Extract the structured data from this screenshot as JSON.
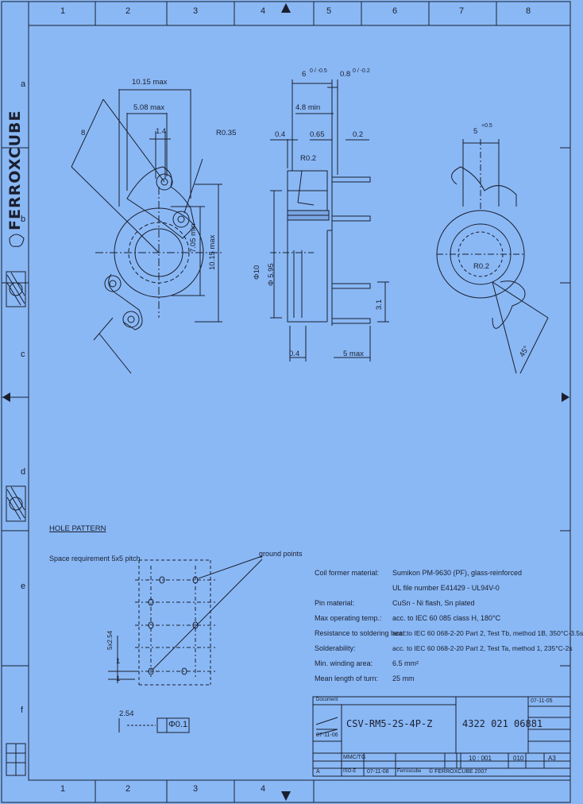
{
  "brand": "FERROXCUBE",
  "zones": {
    "columns": [
      "1",
      "2",
      "3",
      "4",
      "5",
      "6",
      "7",
      "8"
    ],
    "rows": [
      "a",
      "b",
      "c",
      "d",
      "e",
      "f"
    ]
  },
  "dims_top": {
    "d1": "10.15 max",
    "d2": "5.08 max",
    "d3": "1.4",
    "r1": "R0.35",
    "d4": "7.05 min",
    "d5": "10.15 max",
    "d6": "8"
  },
  "dims_side": {
    "a": "6",
    "a_tol": "0 / -0.5",
    "b": "0.8",
    "b_tol": "0 / -0.2",
    "c": "4.8 min",
    "d": "0.4",
    "e": "0.65",
    "f": "0.2",
    "r": "R0.2",
    "dia1": "Φ10",
    "dia2": "Φ 5.95",
    "g": "3.1",
    "h": "0.4",
    "i": "5 max"
  },
  "dims_bottom": {
    "a": "5",
    "a_tol": "+0.5",
    "r": "R0.2",
    "angle": "45°"
  },
  "hole_pattern": {
    "title": "HOLE PATTERN",
    "note": "Space requirement 5x5 pitch",
    "ground": "ground points",
    "dim_v": "5x2.54",
    "mark_1": "1",
    "mark_2": "1",
    "pitch": "2.54",
    "tolerance": "Φ0.1"
  },
  "specs": [
    {
      "label": "Coil former material:",
      "value": "Sumikon PM-9630 (PF), glass-reinforced"
    },
    {
      "label": "",
      "value": "UL file number E41429 - UL94V-0"
    },
    {
      "label": "Pin material:",
      "value": "CuSn - Ni flash, Sn plated"
    },
    {
      "label": "Max operating temp.:",
      "value": "acc. to IEC 60 085 class H, 180°C"
    },
    {
      "label": "Resistance to soldering heat:",
      "value": "acc. to IEC 60 068-2-20 Part 2, Test Tb, method 1B, 350°C-3.5s"
    },
    {
      "label": "Solderability:",
      "value": "acc. to IEC 60 068-2-20 Part 2, Test Ta, method 1, 235°C-2s"
    },
    {
      "label": "Min. winding area:",
      "value": "6.5 mm²"
    },
    {
      "label": "Mean length of turn:",
      "value": "25 mm"
    }
  ],
  "title_block": {
    "head": "Document",
    "date_top": "07-11-05",
    "part_name": "CSV-RM5-2S-4P-Z",
    "part_number": "4322 021 06881",
    "scale": "10 : 001",
    "sheet": "010",
    "format": "A3",
    "date_left": "07-11-06",
    "proj": "ISO-E",
    "drawn": "MMC/TG",
    "date_bottom": "07-11-08",
    "company": "Ferroxcube",
    "url": "© FERROXCUBE 2007",
    "row_rev": "A"
  }
}
